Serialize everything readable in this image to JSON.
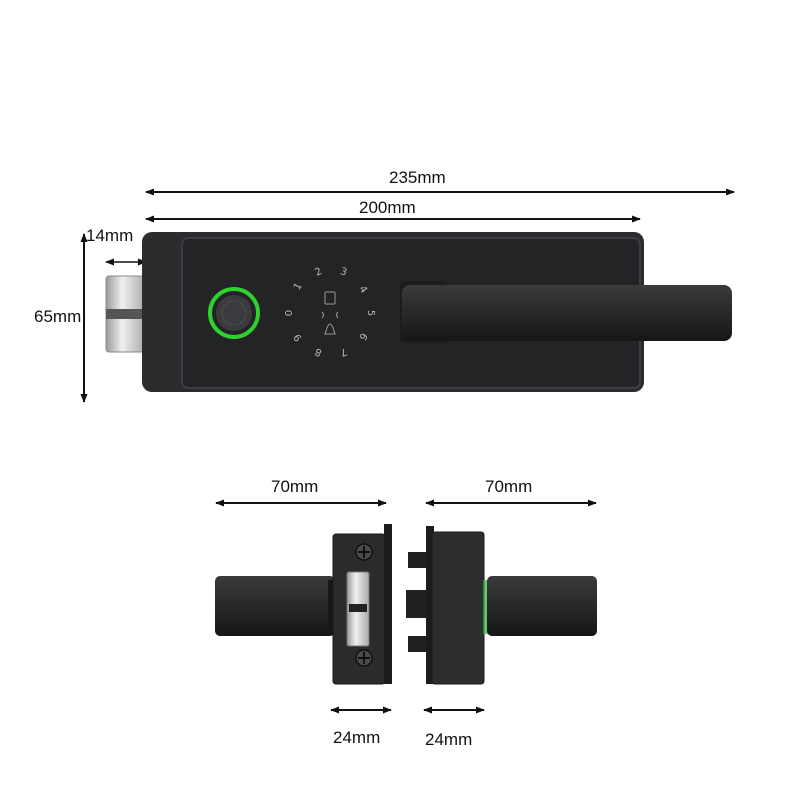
{
  "dimensions": {
    "total_length": "235mm",
    "body_length": "200mm",
    "bolt_offset": "14mm",
    "height": "65mm",
    "handle_left": "70mm",
    "handle_right": "70mm",
    "plate_left": "24mm",
    "plate_right": "24mm"
  },
  "keypad": {
    "digits": [
      "0",
      "1",
      "2",
      "3",
      "4",
      "5",
      "6",
      "7",
      "8",
      "9"
    ]
  },
  "colors": {
    "lock_body": "#2b2c2e",
    "lock_face": "#232426",
    "fingerprint_ring": "#2fd12f",
    "cylinder": "#c9c9c9",
    "arrow": "#111111"
  }
}
